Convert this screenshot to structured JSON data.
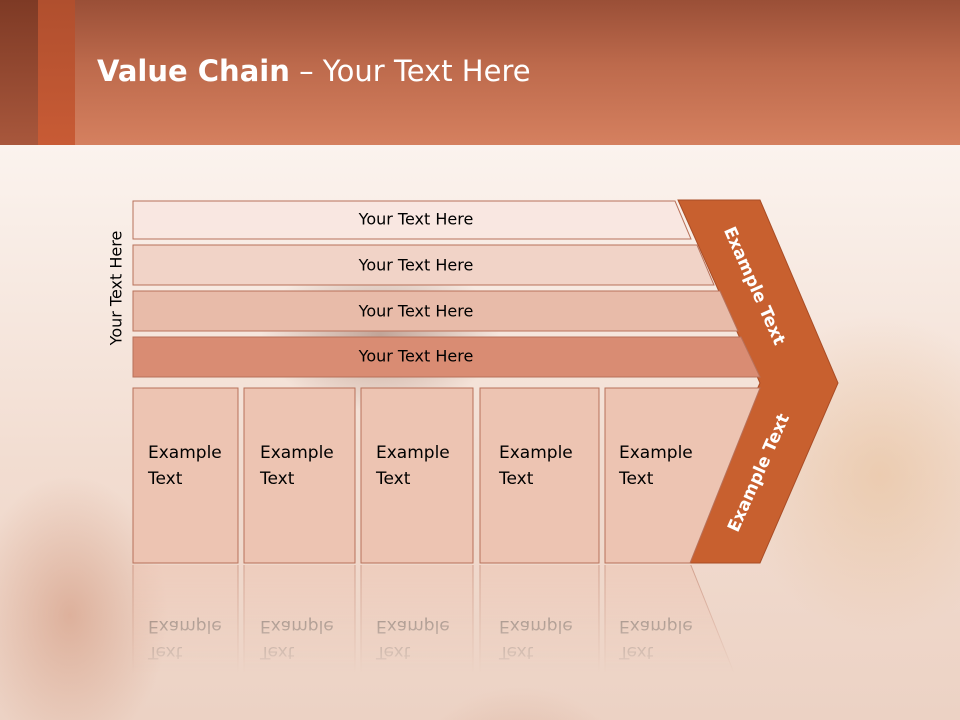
{
  "title": {
    "bold": "Value Chain",
    "rest": " – Your Text Here"
  },
  "side_label": "Your Text Here",
  "bars": [
    {
      "label": "Your Text Here",
      "fill": "#f9e7e1"
    },
    {
      "label": "Your Text Here",
      "fill": "#f1d3c7"
    },
    {
      "label": "Your Text Here",
      "fill": "#e8bba9"
    },
    {
      "label": "Your Text Here",
      "fill": "#d98c73"
    }
  ],
  "boxes": [
    {
      "line1": "Example",
      "line2": "Text"
    },
    {
      "line1": "Example",
      "line2": "Text"
    },
    {
      "line1": "Example",
      "line2": "Text"
    },
    {
      "line1": "Example",
      "line2": "Text"
    },
    {
      "line1": "Example",
      "line2": "Text"
    }
  ],
  "chevron": {
    "top_text": "Example Text",
    "bottom_text": "Example Text"
  },
  "colors": {
    "header": "#c06b4c",
    "chevron": "#c8602f",
    "box_fill": "#edc4b2",
    "stroke": "#b8715a"
  }
}
